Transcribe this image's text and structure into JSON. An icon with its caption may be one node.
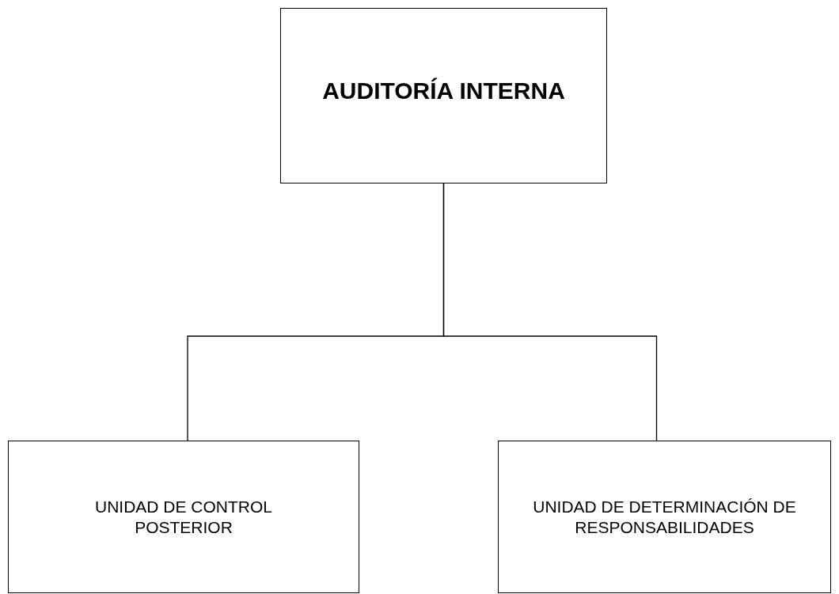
{
  "diagram": {
    "nodes": [
      {
        "text": [
          "AUDITORÍA INTERNA"
        ]
      },
      {
        "text": [
          "UNIDAD DE CONTROL POSTERIOR"
        ]
      },
      {
        "text": [
          "UNIDAD DE DETERMINACIÓN DE RESPONSABILIDADES"
        ]
      }
    ],
    "edges": [
      {
        "from": 0,
        "to": 1,
        "arrow": "none"
      },
      {
        "from": 0,
        "to": 2,
        "arrow": "none"
      }
    ]
  }
}
